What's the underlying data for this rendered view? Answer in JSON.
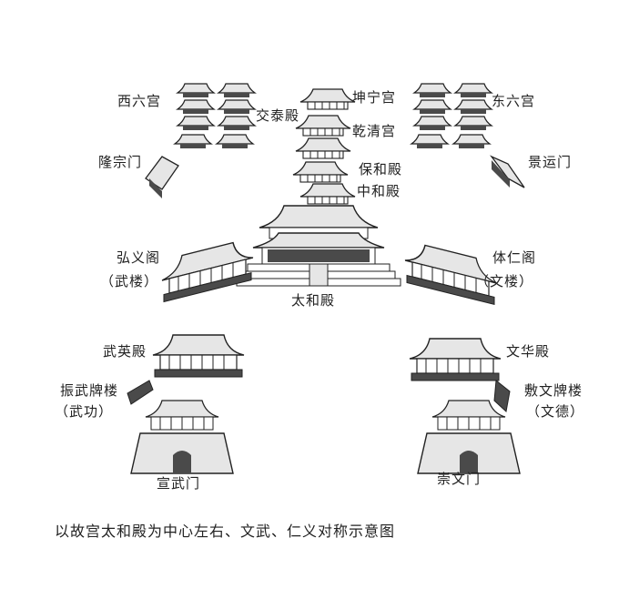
{
  "labels": {
    "west_six_palaces": "西六宫",
    "jiaotai_hall": "交泰殿",
    "kunning_palace": "坤宁宫",
    "qianqing_palace": "乾清宫",
    "east_six_palaces": "东六宫",
    "longzong_gate": "隆宗门",
    "baohe_hall": "保和殿",
    "zhonghe_hall": "中和殿",
    "jingyun_gate": "景运门",
    "hongyi_pavilion": "弘义阁",
    "hongyi_alias": "（武楼）",
    "tiren_pavilion": "体仁阁",
    "tiren_alias": "（文楼）",
    "taihe_hall": "太和殿",
    "wuying_hall": "武英殿",
    "wenhua_hall": "文华殿",
    "zhenwu_archway": "振武牌楼",
    "zhenwu_alias": "（武功）",
    "fuwen_archway": "敷文牌楼",
    "fuwen_alias": "（文德）",
    "xuanwu_gate": "宣武门",
    "chongwen_gate": "崇文门"
  },
  "caption": "以故宫太和殿为中心左右、文武、仁义对称示意图",
  "colors": {
    "ink": "#222222",
    "fill": "#e6e6e6",
    "dark": "#4a4a4a"
  }
}
